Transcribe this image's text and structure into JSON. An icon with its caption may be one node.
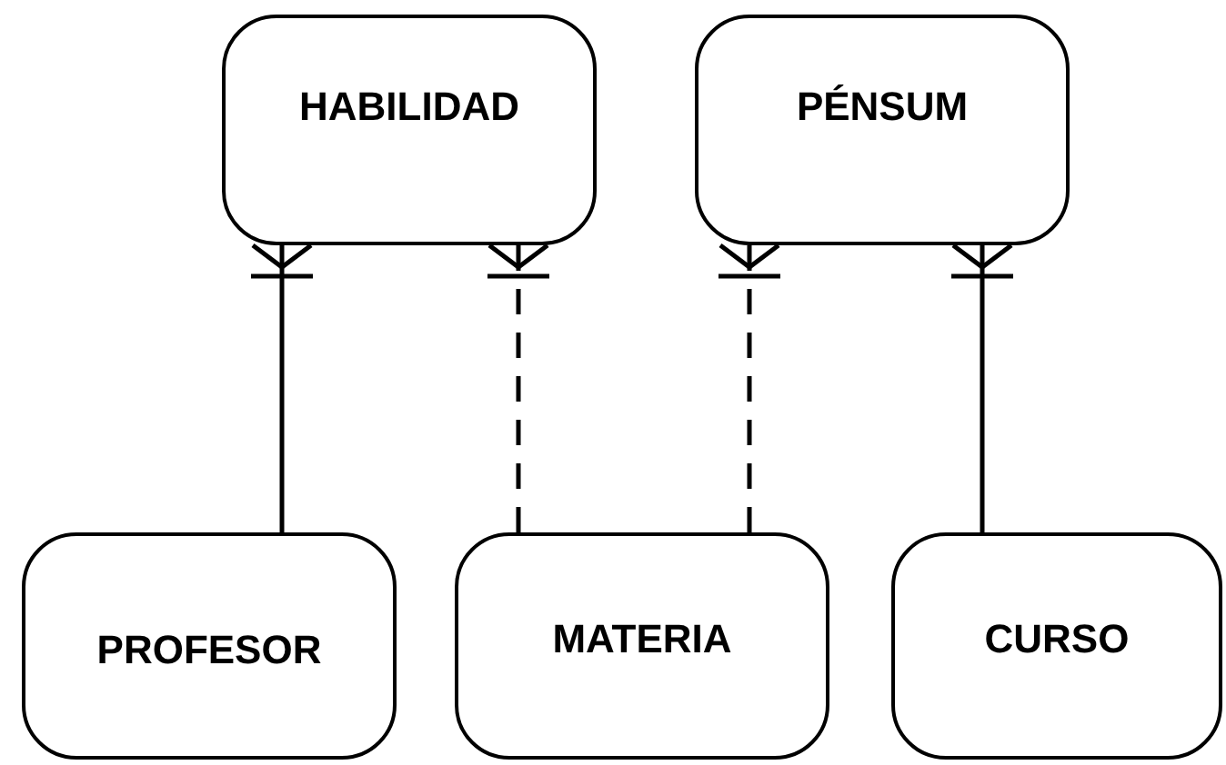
{
  "diagram": {
    "nodes": [
      {
        "text": [
          "HABILIDAD"
        ]
      },
      {
        "text": [
          "PÉNSUM"
        ]
      },
      {
        "text": [
          "PROFESOR"
        ]
      },
      {
        "text": [
          "MATERIA"
        ]
      },
      {
        "text": [
          "CURSO"
        ]
      }
    ],
    "edges": [
      {
        "from": 2,
        "to": 0,
        "arrow": "other"
      },
      {
        "from": 3,
        "to": 0,
        "arrow": "other",
        "style": "dashed"
      },
      {
        "from": 3,
        "to": 1,
        "arrow": "other",
        "style": "dashed"
      },
      {
        "from": 4,
        "to": 1,
        "arrow": "other"
      }
    ]
  }
}
